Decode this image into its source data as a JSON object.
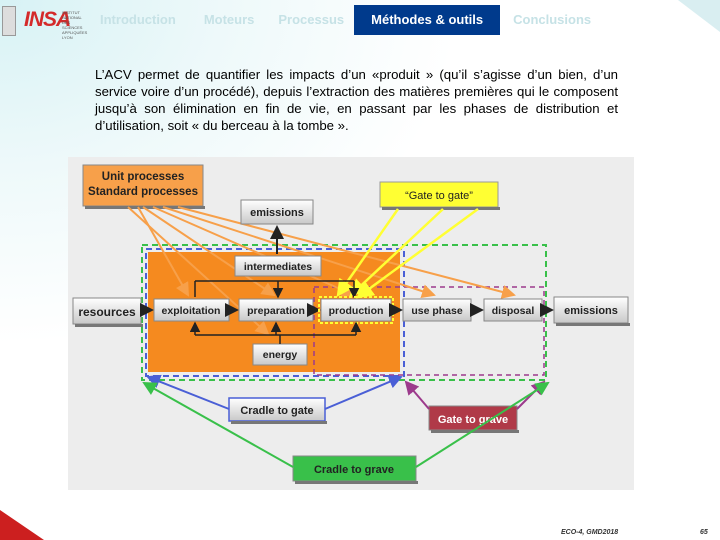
{
  "logo": {
    "text": "INSA",
    "subtitle": "INSTITUT NATIONAL DES SCIENCES APPLIQUÉES LYON"
  },
  "nav": {
    "items": [
      {
        "label": "Introduction"
      },
      {
        "label": "Moteurs"
      },
      {
        "label": "Processus"
      },
      {
        "label": "Méthodes & outils",
        "active": true
      },
      {
        "label": "Conclusions"
      }
    ]
  },
  "paragraph": "L’ACV permet de quantifier les impacts d’un «produit » (qu’il s’agisse d’un bien, d’un service voire d’un procédé), depuis l’extraction des matières premières qui le composent jusqu’à son élimination en fin de vie, en passant par les phases de distribution et d’utilisation, soit « du berceau à la tombe ».",
  "diagram": {
    "legend_line1": "Unit processes",
    "legend_line2": "Standard processes",
    "gate_to_gate": "“Gate to gate”",
    "emissions_top": "emissions",
    "intermediates": "intermediates",
    "resources": "resources",
    "exploitation": "exploitation",
    "preparation": "preparation",
    "production": "production",
    "use_phase": "use phase",
    "disposal": "disposal",
    "emissions_right": "emissions",
    "energy": "energy",
    "cradle_to_gate": "Cradle to gate",
    "gate_to_grave": "Gate to grave",
    "cradle_to_grave": "Cradle to grave",
    "colors": {
      "orange": "#f58a1f",
      "legend_orange": "#f7a04a",
      "gate_yellow": "#ffff33",
      "blue": "#4a5fd6",
      "green": "#39c04a",
      "purple": "#9c3a8c",
      "grave_red": "#b03a48"
    }
  },
  "footer": {
    "text": "ECO-4, GMD2018",
    "page": "65"
  }
}
